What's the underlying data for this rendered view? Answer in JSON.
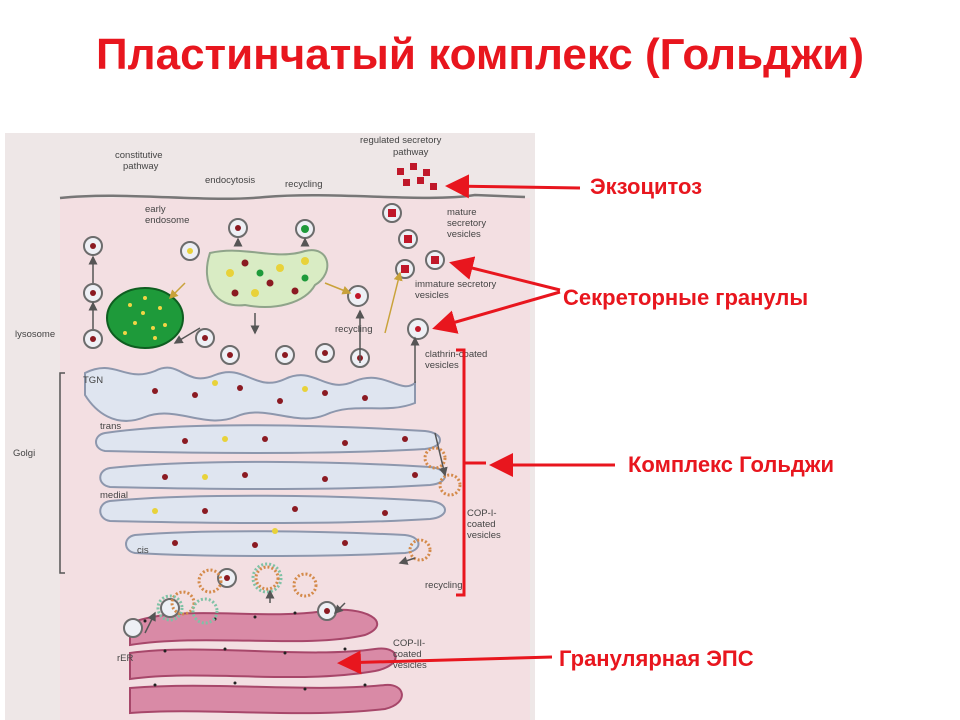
{
  "title": "Пластинчатый комплекс (Гольджи)",
  "callouts": {
    "exocytosis": "Экзоцитоз",
    "secretory_granules": "Секреторные гранулы",
    "golgi_complex": "Комплекс Гольджи",
    "rough_er": "Гранулярная ЭПС"
  },
  "diagram_labels": {
    "constitutive_pathway": [
      "constitutive",
      "pathway"
    ],
    "endocytosis": "endocytosis",
    "recycling_top": "recycling",
    "regulated_secretory_pathway": [
      "regulated secretory",
      "pathway"
    ],
    "early_endosome": [
      "early",
      "endosome"
    ],
    "mature_secretory_vesicles": [
      "mature",
      "secretory",
      "vesicles"
    ],
    "immature_secretory_vesicles": [
      "immature secretory",
      "vesicles"
    ],
    "lysosome": "lysosome",
    "recycling_mid": "recycling",
    "clathrin_coated_vesicles": [
      "clathrin-coated",
      "vesicles"
    ],
    "tgn": "TGN",
    "trans": "trans",
    "golgi": "Golgi",
    "medial": "medial",
    "cis": "cis",
    "cop1_coated_vesicles": [
      "COP-I-",
      "coated",
      "vesicles"
    ],
    "recycling_low": "recycling",
    "rer": "rER",
    "cop2_coated_vesicles": [
      "COP-II-",
      "coated",
      "vesicles"
    ]
  },
  "colors": {
    "accent": "#e8161e",
    "cargo": "#8b1a22",
    "golgi_fill": "#dfe5f0",
    "er_fill": "#d98aa6",
    "lysosome_fill": "#1e9a3a",
    "endosome_fill": "#d9ecc4",
    "secretory_fill": "#c0182a"
  }
}
